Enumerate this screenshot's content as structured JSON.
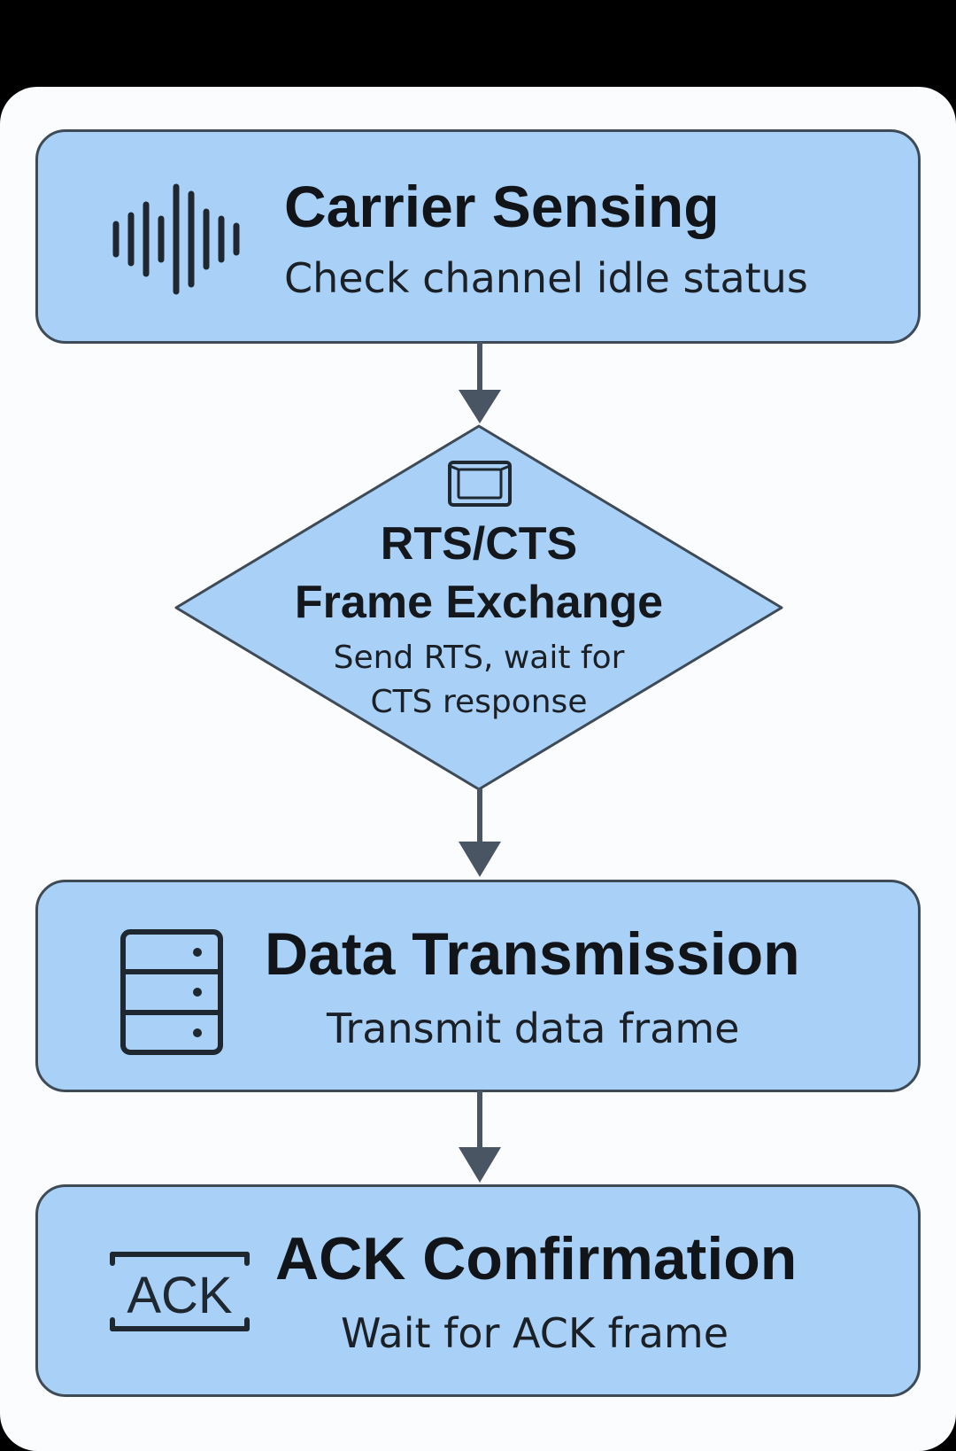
{
  "colors": {
    "node_fill": "#a9d1f7",
    "node_border": "#3f4a57",
    "background": "#fbfcfd",
    "arrow": "#4a5563"
  },
  "steps": {
    "carrier": {
      "title": "Carrier Sensing",
      "subtitle": "Check channel idle status",
      "icon": "sound-wave-icon"
    },
    "rts": {
      "title_line1": "RTS/CTS",
      "title_line2": "Frame Exchange",
      "subtitle_line1": "Send RTS, wait for",
      "subtitle_line2": "CTS response",
      "icon": "frame-icon"
    },
    "data": {
      "title": "Data Transmission",
      "subtitle": "Transmit data frame",
      "icon": "server-stack-icon"
    },
    "ack": {
      "title": "ACK Confirmation",
      "subtitle": "Wait for ACK frame",
      "icon_text": "ACK",
      "icon": "ack-badge-icon"
    }
  }
}
